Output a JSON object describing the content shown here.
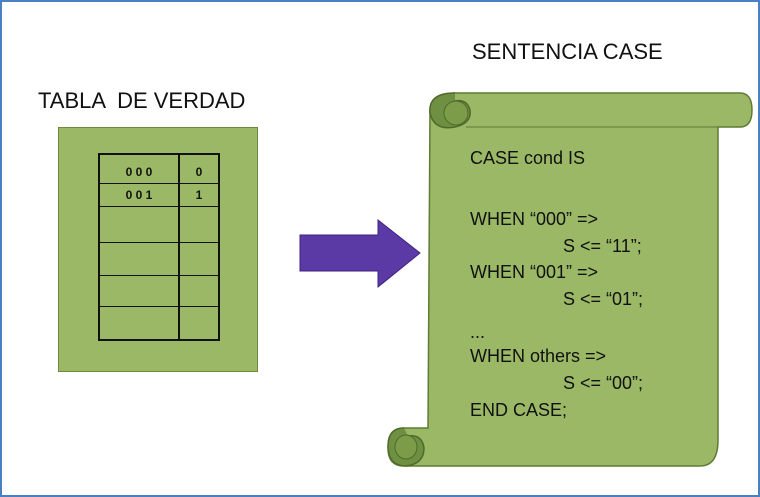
{
  "left_title": "TABLA  DE VERDAD",
  "right_title": "SENTENCIA CASE",
  "truth_table": {
    "rows": [
      {
        "input": "0 0 0",
        "output": "0"
      },
      {
        "input": "0 0 1",
        "output": "1"
      },
      {
        "input": "",
        "output": ""
      },
      {
        "input": "",
        "output": ""
      },
      {
        "input": "",
        "output": ""
      },
      {
        "input": "",
        "output": ""
      }
    ]
  },
  "code": {
    "lines": [
      "CASE cond IS",
      "WHEN “000” =>",
      "S <= “11”;",
      "WHEN “001” =>",
      "S <= “01”;",
      "...",
      "WHEN others =>",
      "S <= “00”;",
      "END CASE;"
    ]
  },
  "colors": {
    "panel_green": "#9ab866",
    "scroll_dark_green": "#6f8f42",
    "arrow_purple": "#5b3aa6",
    "frame_blue": "#4a7fc2"
  }
}
